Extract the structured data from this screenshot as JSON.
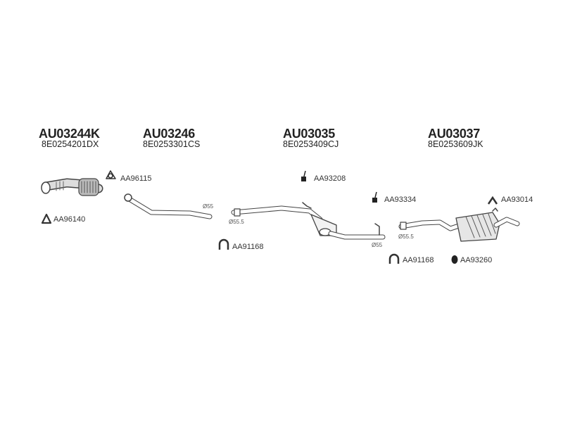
{
  "assemblies": [
    {
      "code": "AU03244K",
      "oem": "8E0254201DX"
    },
    {
      "code": "AU03246",
      "oem": "8E0253301CS"
    },
    {
      "code": "AU03035",
      "oem": "8E0253409CJ"
    },
    {
      "code": "AU03037",
      "oem": "8E0253609JK"
    }
  ],
  "parts": [
    {
      "label": "AA96115",
      "icon": "gasket-icon"
    },
    {
      "label": "AA96140",
      "icon": "gasket-icon"
    },
    {
      "label": "AA91168",
      "icon": "clamp-icon"
    },
    {
      "label": "AA93208",
      "icon": "hanger-icon"
    },
    {
      "label": "AA93334",
      "icon": "hanger-icon"
    },
    {
      "label": "AA93014",
      "icon": "bracket-icon"
    },
    {
      "label": "AA91168",
      "icon": "clamp-icon"
    },
    {
      "label": "AA93260",
      "icon": "rubber-mount-icon"
    }
  ],
  "diameters": [
    "Ø55",
    "Ø55.5",
    "Ø55",
    "Ø55.5"
  ]
}
